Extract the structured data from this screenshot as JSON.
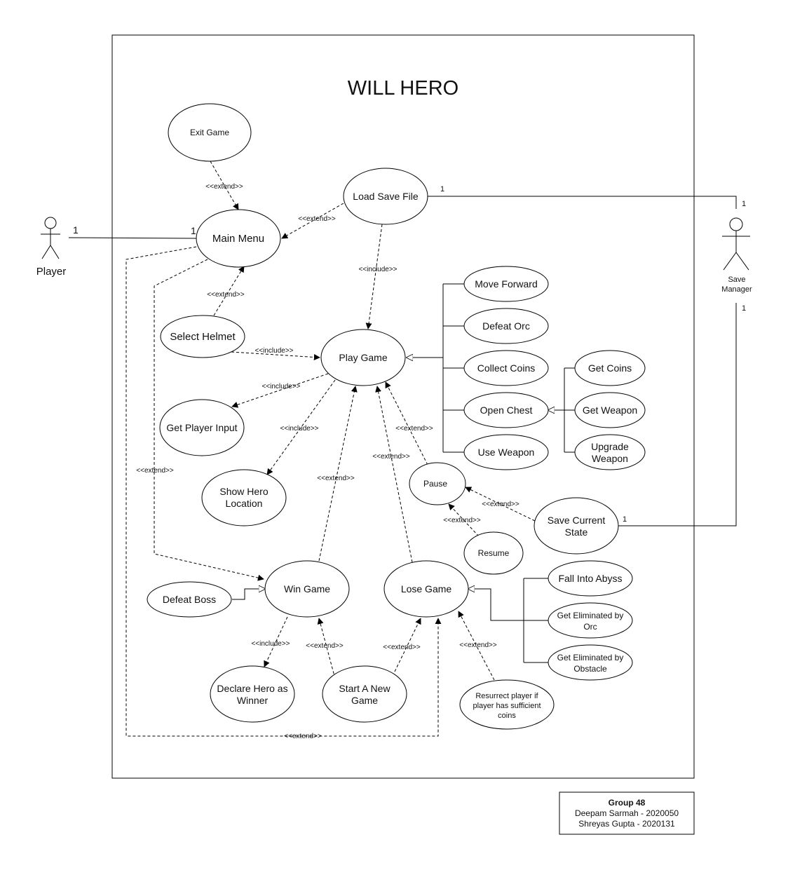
{
  "system_title": "WILL HERO",
  "actors": {
    "player": "Player",
    "save_manager_line1": "Save",
    "save_manager_line2": "Manager"
  },
  "multiplicities": {
    "player_end": "1",
    "main_menu_end": "1",
    "load_save_end": "1",
    "save_manager_top": "1",
    "save_manager_bottom": "1",
    "save_state_end": "1"
  },
  "use_cases": {
    "exit_game": "Exit Game",
    "load_save_file": "Load Save File",
    "main_menu": "Main Menu",
    "select_helmet": "Select Helmet",
    "play_game": "Play Game",
    "get_player_input": "Get Player Input",
    "show_hero_location_1": "Show Hero",
    "show_hero_location_2": "Location",
    "move_forward": "Move Forward",
    "defeat_orc": "Defeat Orc",
    "collect_coins": "Collect Coins",
    "open_chest": "Open Chest",
    "use_weapon": "Use Weapon",
    "get_coins": "Get Coins",
    "get_weapon": "Get Weapon",
    "upgrade_weapon_1": "Upgrade",
    "upgrade_weapon_2": "Weapon",
    "pause": "Pause",
    "save_current_state_1": "Save Current",
    "save_current_state_2": "State",
    "resume": "Resume",
    "defeat_boss": "Defeat Boss",
    "win_game": "Win Game",
    "lose_game": "Lose Game",
    "fall_into_abyss": "Fall Into Abyss",
    "elim_orc_1": "Get Eliminated by",
    "elim_orc_2": "Orc",
    "elim_obstacle_1": "Get Eliminated by",
    "elim_obstacle_2": "Obstacle",
    "declare_winner_1": "Declare Hero as",
    "declare_winner_2": "Winner",
    "start_new_game_1": "Start A New",
    "start_new_game_2": "Game",
    "resurrect_1": "Resurrect player if",
    "resurrect_2": "player has sufficient",
    "resurrect_3": "coins"
  },
  "relations": {
    "extend": "<<extend>>",
    "include": "<<include>>"
  },
  "footer": {
    "group": "Group 48",
    "member1": "Deepam Sarmah - 2020050",
    "member2": "Shreyas Gupta -  2020131"
  }
}
